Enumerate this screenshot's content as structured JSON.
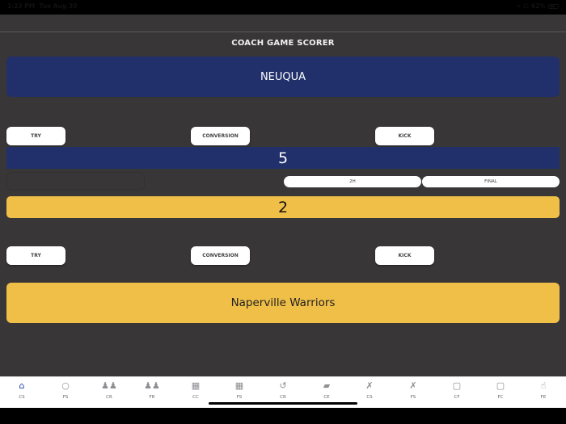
{
  "status_bar": {
    "time": "1:23 PM",
    "date": "Tue Aug 30",
    "battery_percent": "62%",
    "icons": [
      "screen-mirror-icon",
      "headphones-icon",
      "battery-icon"
    ]
  },
  "header": {
    "title": "COACH GAME SCORER"
  },
  "home_team": {
    "name": "NEUQUA",
    "color": "#21306b",
    "score": "5",
    "actions": [
      {
        "label": "TRY"
      },
      {
        "label": "CONVERSION"
      },
      {
        "label": "KICK"
      }
    ]
  },
  "period_controls": {
    "buttons": [
      {
        "label": "2H"
      },
      {
        "label": "FINAL"
      }
    ]
  },
  "away_team": {
    "name": "Naperville Warriors",
    "color": "#f0bf48",
    "score": "2",
    "actions": [
      {
        "label": "TRY"
      },
      {
        "label": "CONVERSION"
      },
      {
        "label": "KICK"
      }
    ]
  },
  "tab_bar": {
    "items": [
      {
        "label": "CS",
        "icon": "home-icon",
        "active": true
      },
      {
        "label": "FS",
        "icon": "circle-icon"
      },
      {
        "label": "CR",
        "icon": "group-icon"
      },
      {
        "label": "FR",
        "icon": "group-icon"
      },
      {
        "label": "CC",
        "icon": "calendar-icon"
      },
      {
        "label": "FS",
        "icon": "calendar-icon"
      },
      {
        "label": "CR",
        "icon": "undo-icon"
      },
      {
        "label": "CE",
        "icon": "eraser-icon"
      },
      {
        "label": "CS",
        "icon": "utensils-icon"
      },
      {
        "label": "FS",
        "icon": "utensils-icon"
      },
      {
        "label": "CF",
        "icon": "calendar-outline-icon"
      },
      {
        "label": "FC",
        "icon": "calendar-outline-icon"
      },
      {
        "label": "FE",
        "icon": "hand-pointer-icon"
      }
    ]
  }
}
